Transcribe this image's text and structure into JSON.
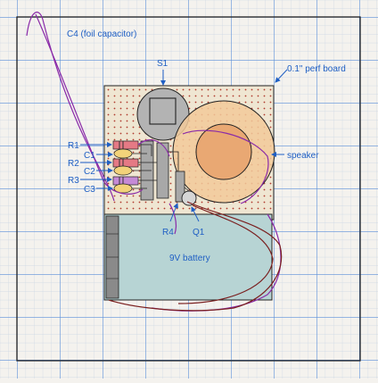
{
  "labels": {
    "c4": "C4 (foil capacitor)",
    "s1": "S1",
    "perf_board": "0.1\" perf board",
    "r1": "R1",
    "c1": "C1",
    "r2": "R2",
    "c2": "C2",
    "r3": "R3",
    "c3": "C3",
    "speaker": "speaker",
    "r4": "R4",
    "q1": "Q1",
    "battery": "9V battery"
  },
  "colors": {
    "background": "#f4f2ee",
    "grid_minor": "#c7d3e3",
    "grid_major": "#5b8fd9",
    "label_text": "#1f5fc4",
    "outline": "#222222",
    "board_fill": "#efe6d2",
    "speaker_fill": "#f2c99a",
    "switch_fill": "#b3b3b3",
    "battery_fill": "#b7d4d4",
    "wire_purple": "#8a2aa8",
    "wire_brown": "#7a1f1f"
  }
}
